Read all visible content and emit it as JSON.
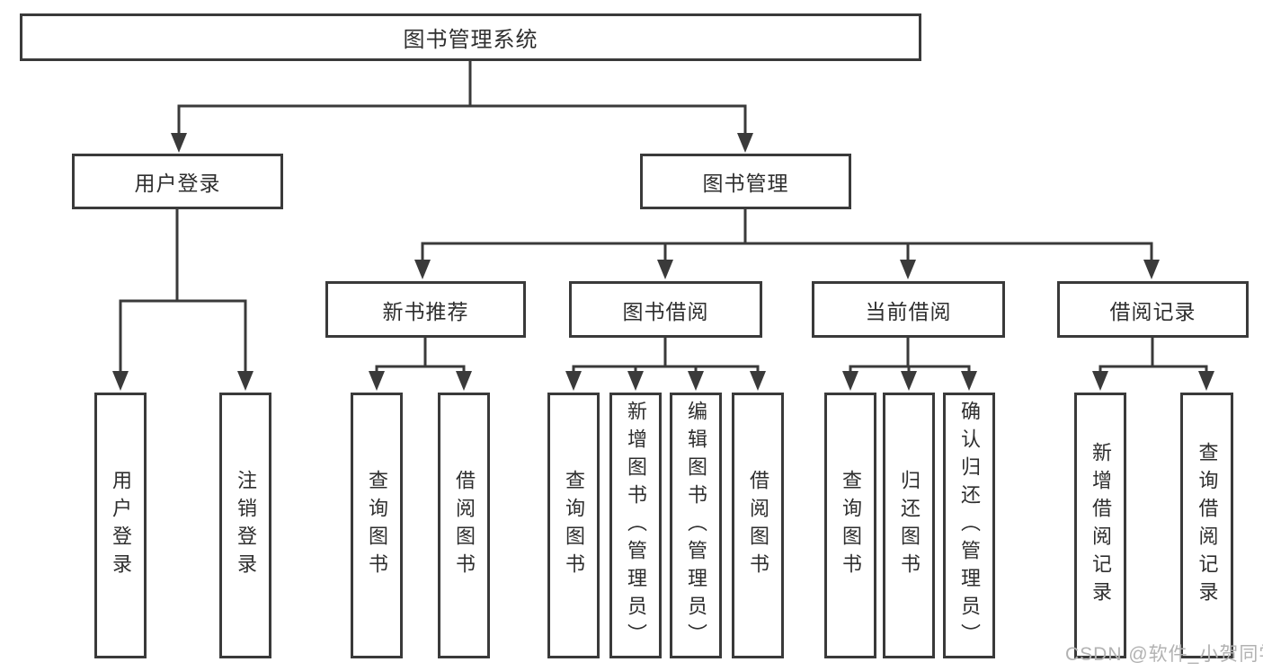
{
  "diagram": {
    "root": {
      "label": "图书管理系统"
    },
    "level2": [
      {
        "label": "用户登录"
      },
      {
        "label": "图书管理"
      }
    ],
    "level3": [
      {
        "label": "新书推荐"
      },
      {
        "label": "图书借阅"
      },
      {
        "label": "当前借阅"
      },
      {
        "label": "借阅记录"
      }
    ],
    "leaves": [
      {
        "label": "用户登录"
      },
      {
        "label": "注销登录"
      },
      {
        "label": "查询图书"
      },
      {
        "label": "借阅图书"
      },
      {
        "label": "查询图书"
      },
      {
        "label": "新增图书（管理员）"
      },
      {
        "label": "编辑图书（管理员）"
      },
      {
        "label": "借阅图书"
      },
      {
        "label": "查询图书"
      },
      {
        "label": "归还图书"
      },
      {
        "label": "确认归还（管理员）"
      },
      {
        "label": "新增借阅记录"
      },
      {
        "label": "查询借阅记录"
      }
    ]
  },
  "watermark": "CSDN @软件_小贺同学",
  "colors": {
    "line": "#3a3a3a",
    "box_border": "#3a3a3a",
    "text": "#2e2e2e",
    "watermark": "#b2b2b2",
    "background": "#ffffff"
  }
}
